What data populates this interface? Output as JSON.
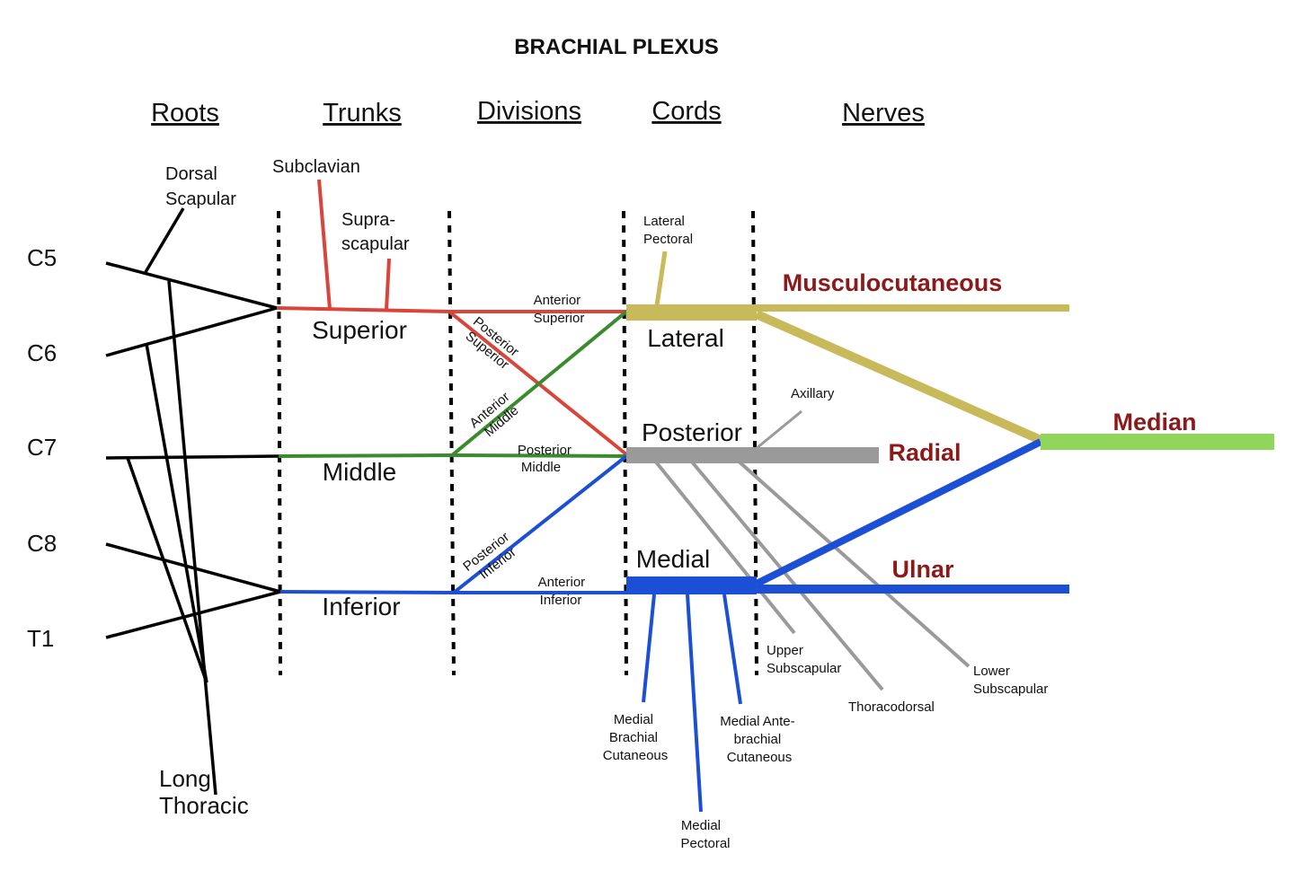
{
  "title": "BRACHIAL PLEXUS",
  "columns": {
    "roots": "Roots",
    "trunks": "Trunks",
    "divisions": "Divisions",
    "cords": "Cords",
    "nerves": "Nerves"
  },
  "roots": [
    "C5",
    "C6",
    "C7",
    "C8",
    "T1"
  ],
  "trunks": {
    "superior": "Superior",
    "middle": "Middle",
    "inferior": "Inferior"
  },
  "divisions": {
    "anterior_superior": [
      "Anterior",
      "Superior"
    ],
    "posterior_superior": [
      "Posterior",
      "Superior"
    ],
    "anterior_middle": [
      "Anterior",
      "Middle"
    ],
    "posterior_middle": [
      "Posterior",
      "Middle"
    ],
    "posterior_inferior": [
      "Posterior",
      "Inferior"
    ],
    "anterior_inferior": [
      "Anterior",
      "Inferior"
    ]
  },
  "cords": {
    "lateral": "Lateral",
    "posterior": "Posterior",
    "medial": "Medial"
  },
  "terminal_nerves": {
    "musculocutaneous": "Musculocutaneous",
    "median": "Median",
    "radial": "Radial",
    "ulnar": "Ulnar"
  },
  "branches": {
    "dorsal_scapular": [
      "Dorsal",
      "Scapular"
    ],
    "long_thoracic": [
      "Long",
      "Thoracic"
    ],
    "subclavian": "Subclavian",
    "suprascapular": [
      "Supra-",
      "scapular"
    ],
    "lateral_pectoral": [
      "Lateral",
      "Pectoral"
    ],
    "axillary": "Axillary",
    "upper_subscapular": [
      "Upper",
      "Subscapular"
    ],
    "thoracodorsal": "Thoracodorsal",
    "lower_subscapular": [
      "Lower",
      "Subscapular"
    ],
    "medial_brachial_cutaneous": [
      "Medial",
      "Brachial",
      "Cutaneous"
    ],
    "medial_antebrachial_cutaneous": [
      "Medial Ante-",
      "brachial",
      "Cutaneous"
    ],
    "medial_pectoral": [
      "Medial",
      "Pectoral"
    ]
  },
  "colors": {
    "superior": "#d9453b",
    "middle": "#3a8a2e",
    "inferior": "#1a4fd6",
    "lateral": "#c8b95a",
    "posterior": "#9a9a9a",
    "median": "#8fd65a",
    "nerve_label": "#8b1a1a",
    "roots": "#000000"
  }
}
